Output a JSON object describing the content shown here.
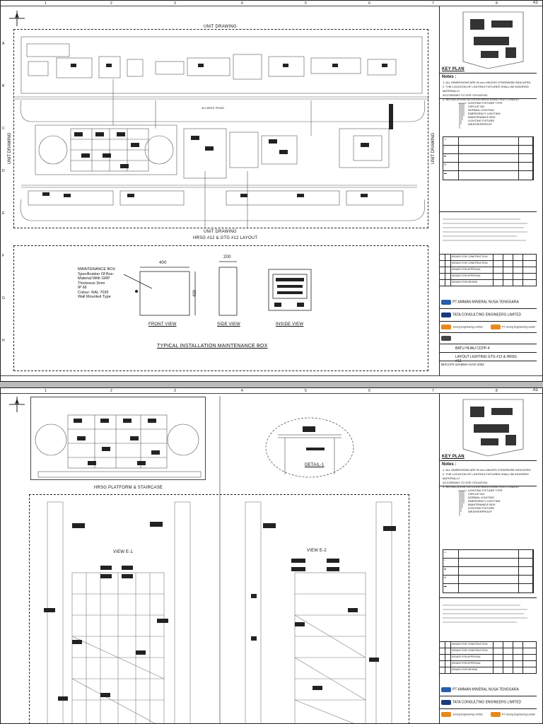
{
  "sheets": [
    {
      "sheet_index": "A1",
      "unit_drawing": "UNIT DRAWING",
      "layout_title": "HRSG #12 & GTG #12 LAYOUT",
      "road_label": "4m WIDE ROAD",
      "box_title": "TYPICAL INSTALLATION MAINTENANCE BOX",
      "maintenance_box_note": [
        "MAINTENANCE BOX",
        "Specification Of Box:",
        "Material:With GRP",
        "Thickness 3mm",
        "IP 66",
        "Colour: RAL 7035",
        "Wall Mounted Type"
      ],
      "dim_width": "400",
      "dim_height": "400",
      "dim_depth": "200",
      "front_view": "FRONT VIEW",
      "side_view": "SIDE VIEW",
      "inside_view": "INSIDE VIEW",
      "key_plan": "KEY PLAN",
      "notes_title": "Notes :",
      "notes": [
        "1. ALL DIMENSIONS ARE IN mm UNLESS OTHERWISE INDICATED.",
        "2. THE LOCATION OF LIGHTING FIXTURES SHALL BE MODIFIED MATERIALLY",
        "   ACCORDING TO SITE SITUATION.",
        "3. INSTALLATION OUTDOOR AREA USING ROD CONDUIT"
      ],
      "legend_items": [
        "LIGHTING FIXTURE TYPE",
        "CIRCUIT NO.",
        "NORMAL LIGHTING",
        "EMERGENCY LIGHTING",
        "MAINTENANCE BOX",
        "LIGHTING FIXTURE",
        "WEATHERPROOF"
      ],
      "owner": "PT AMMAN MINERAL NUSA TENGGARA",
      "consultant": "TATA CONSULTING ENGINEERS LIMITED",
      "contractor_1": "Jurong Engineering Limited",
      "contractor_2": "PT Jurong Engineering Lestari",
      "site": "BATU HIJAU CCPP-4",
      "drawing_title": "LAYOUT LIGHTING GTG #12 & HRSG #12",
      "drawing_no": "BHCCP4-10AMNA-GAG-1002",
      "rev_rows": [
        "ISSUED FOR CONSTRUCTION",
        "ISSUED FOR CONSTRUCTION",
        "ISSUED FOR APPROVAL",
        "ISSUED FOR APPROVAL",
        "ISSUED FOR REVIEW"
      ],
      "ruler_cols": [
        "1",
        "2",
        "3",
        "4",
        "5",
        "6",
        "7",
        "8"
      ],
      "ruler_rows": [
        "A",
        "B",
        "C",
        "D",
        "E",
        "F",
        "G",
        "H"
      ]
    },
    {
      "sheet_index": "A1",
      "platform_title": "HRSG PLATFORM & STAIRCASE",
      "detail_title": "DETAIL-1",
      "view_e1": "VIEW E-1",
      "view_e2": "VIEW E-2",
      "key_plan": "KEY PLAN",
      "notes_title": "Notes :",
      "owner": "PT AMMAN MINERAL NUSA TENGGARA",
      "consultant": "TATA CONSULTING ENGINEERS LIMITED",
      "contractor_1": "Jurong Engineering Limited",
      "contractor_2": "PT Jurong Engineering Lestari"
    }
  ]
}
